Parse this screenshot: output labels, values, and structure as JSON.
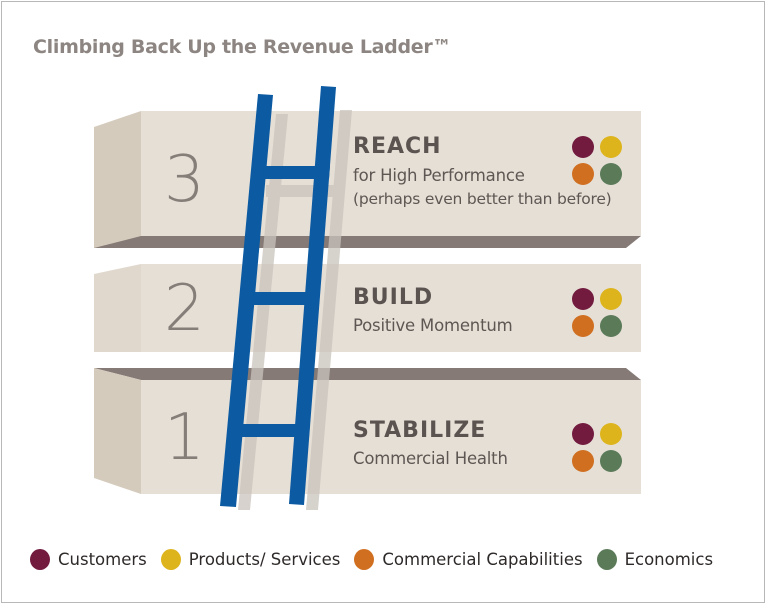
{
  "title": "Climbing Back Up the Revenue Ladder™",
  "colors": {
    "customers": "#721b3f",
    "products_services": "#ddb41b",
    "commercial_capabilities": "#d06f20",
    "economics": "#5a7a58",
    "ladder": "#0b5aa2",
    "block_front": "#e5dfd6",
    "block_side": "#d5cbbd",
    "block_edge": "#857a75"
  },
  "steps": [
    {
      "number": "3",
      "heading": "REACH",
      "subtitle": "for High Performance",
      "note": "(perhaps even better than before)"
    },
    {
      "number": "2",
      "heading": "BUILD",
      "subtitle": "Positive Momentum",
      "note": ""
    },
    {
      "number": "1",
      "heading": "STABILIZE",
      "subtitle": "Commercial Health",
      "note": ""
    }
  ],
  "legend": [
    {
      "label": "Customers",
      "color": "#721b3f"
    },
    {
      "label": "Products/ Services",
      "color": "#ddb41b"
    },
    {
      "label": "Commercial Capabilities",
      "color": "#d06f20"
    },
    {
      "label": "Economics",
      "color": "#5a7a58"
    }
  ]
}
